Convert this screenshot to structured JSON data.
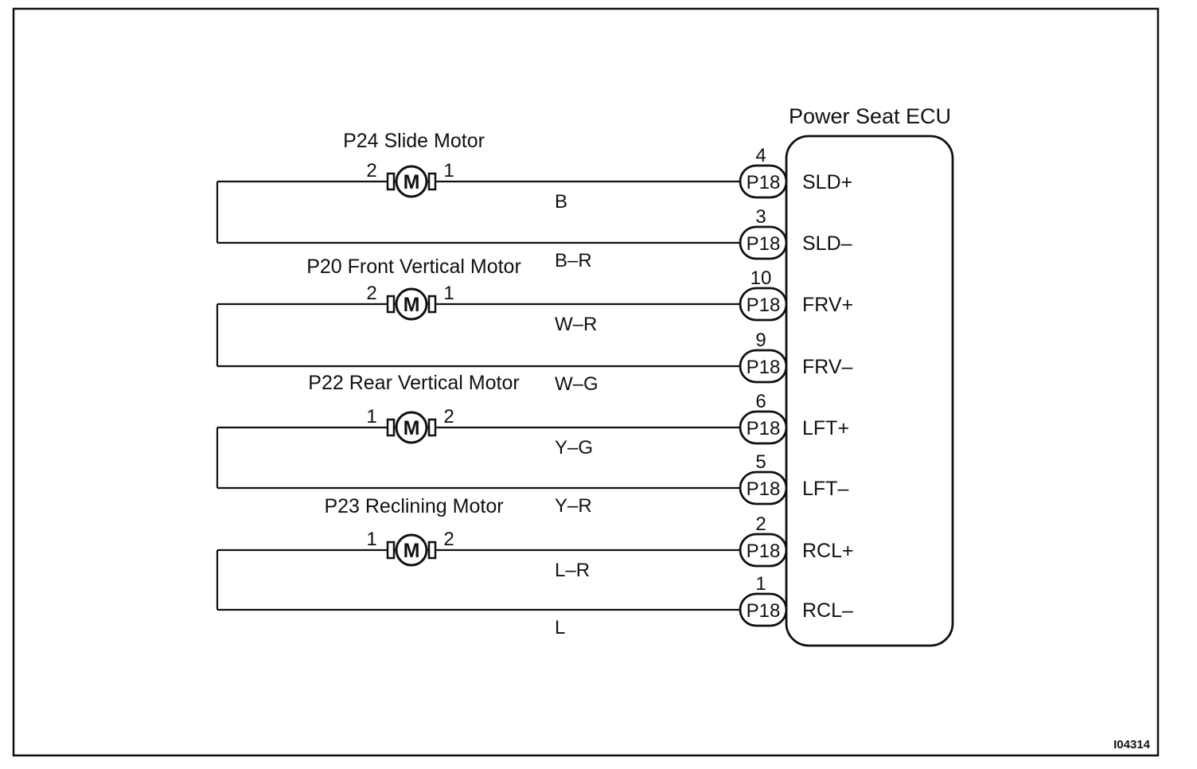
{
  "figure_id": "I04314",
  "ecu": {
    "title": "Power Seat ECU",
    "connector": "P18"
  },
  "motor_symbol": "M",
  "motors": [
    {
      "label": "P24 Slide Motor",
      "left_pin": "2",
      "right_pin": "1",
      "upper": {
        "wire_color": "B",
        "ecu_pin": "4",
        "terminal": "SLD+"
      },
      "lower": {
        "wire_color": "B–R",
        "ecu_pin": "3",
        "terminal": "SLD–"
      }
    },
    {
      "label": "P20 Front Vertical Motor",
      "left_pin": "2",
      "right_pin": "1",
      "upper": {
        "wire_color": "W–R",
        "ecu_pin": "10",
        "terminal": "FRV+"
      },
      "lower": {
        "wire_color": "W–G",
        "ecu_pin": "9",
        "terminal": "FRV–"
      }
    },
    {
      "label": "P22 Rear Vertical Motor",
      "left_pin": "1",
      "right_pin": "2",
      "upper": {
        "wire_color": "Y–G",
        "ecu_pin": "6",
        "terminal": "LFT+"
      },
      "lower": {
        "wire_color": "Y–R",
        "ecu_pin": "5",
        "terminal": "LFT–"
      }
    },
    {
      "label": "P23 Reclining Motor",
      "left_pin": "1",
      "right_pin": "2",
      "upper": {
        "wire_color": "L–R",
        "ecu_pin": "2",
        "terminal": "RCL+"
      },
      "lower": {
        "wire_color": "L",
        "ecu_pin": "1",
        "terminal": "RCL–"
      }
    }
  ]
}
